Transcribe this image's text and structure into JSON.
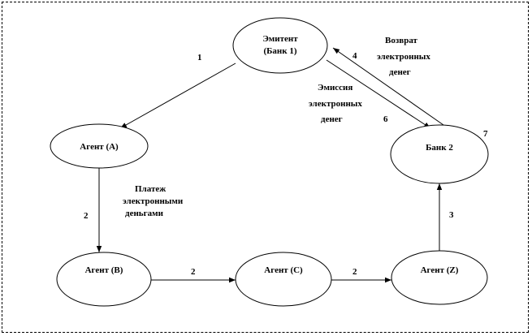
{
  "nodes": {
    "emitent_line1": "Эмитент",
    "emitent_line2": "(Банк 1)",
    "agent_a": "Агент (А)",
    "bank2": "Банк 2",
    "agent_b": "Агент (В)",
    "agent_c": "Агент (С)",
    "agent_z": "Агент (Z)"
  },
  "edges": {
    "emitent_to_a_num": "1",
    "a_to_b_num": "2",
    "b_to_c_num": "2",
    "c_to_z_num": "2",
    "z_to_bank2_num": "3",
    "bank2_to_emitent_num": "4",
    "emitent_to_bank2_num": "6",
    "bank2_side_num": "7"
  },
  "labels": {
    "payment": [
      "Платеж",
      "электронными",
      "деньгами"
    ],
    "emission": [
      "Эмиссия",
      "электронных",
      "денег"
    ],
    "return": [
      "Возврат",
      "электронных",
      "денег"
    ]
  }
}
